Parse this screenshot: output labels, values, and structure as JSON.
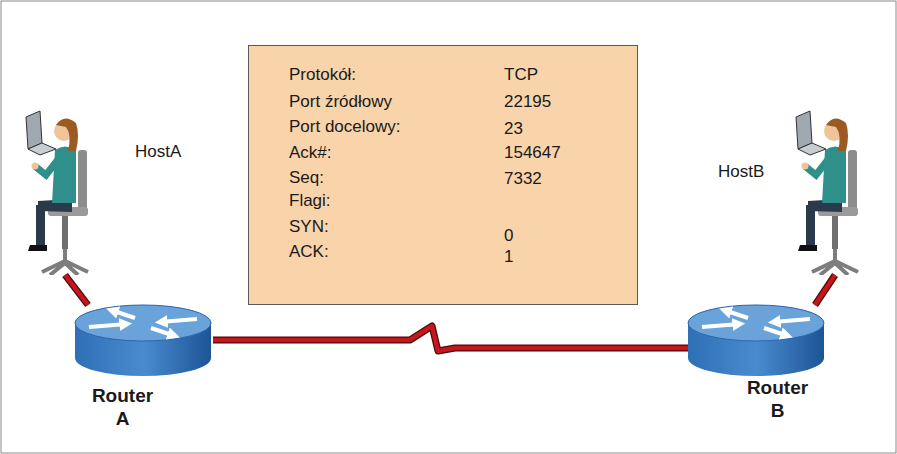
{
  "diagram": {
    "nodes": [
      {
        "text": [
          "HostA"
        ]
      },
      {
        "text": [
          "Protokół:",
          "TCP",
          "Port źródłowy",
          "22195",
          "Port docelowy:",
          "23",
          "Ack#:",
          "154647",
          "Seq:",
          "7332",
          "Flagi:",
          "SYN:",
          "0",
          "ACK:",
          "1"
        ]
      },
      {
        "text": [
          "HostB"
        ]
      },
      {
        "text": [
          "Router A"
        ]
      },
      {
        "text": [
          "Router B"
        ]
      }
    ],
    "edges": [
      {
        "from": 0,
        "to": 3,
        "arrow": "none"
      },
      {
        "from": 3,
        "to": 4,
        "arrow": "none"
      },
      {
        "from": 4,
        "to": 2,
        "arrow": "none"
      }
    ]
  }
}
